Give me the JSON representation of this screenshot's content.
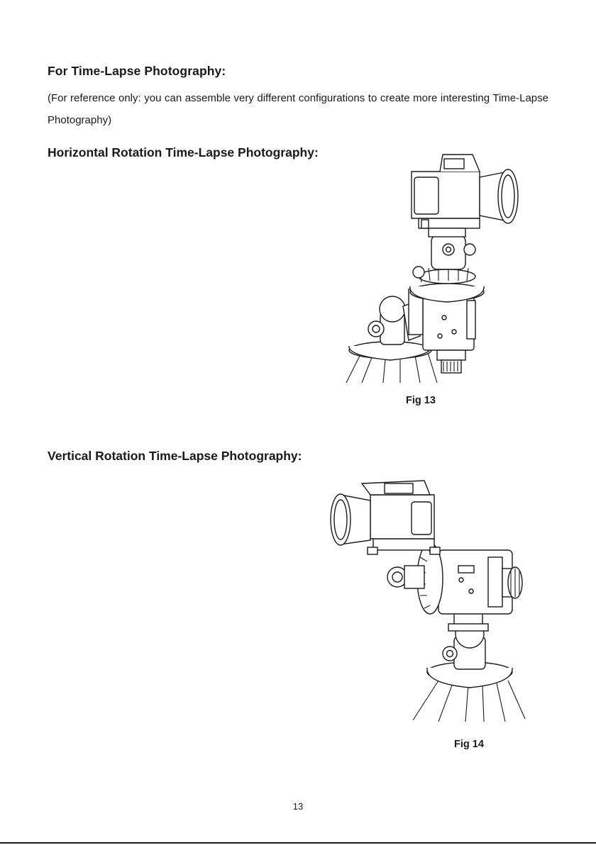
{
  "heading": "For Time-Lapse Photography:",
  "intro": "(For reference only: you can assemble very different configurations to create more interesting Time-Lapse Photography)",
  "sections": [
    {
      "heading": "Horizontal Rotation Time-Lapse Photography:",
      "caption": "Fig 13"
    },
    {
      "heading": "Vertical Rotation Time-Lapse Photography:",
      "caption": "Fig 14"
    }
  ],
  "page_number": "13"
}
